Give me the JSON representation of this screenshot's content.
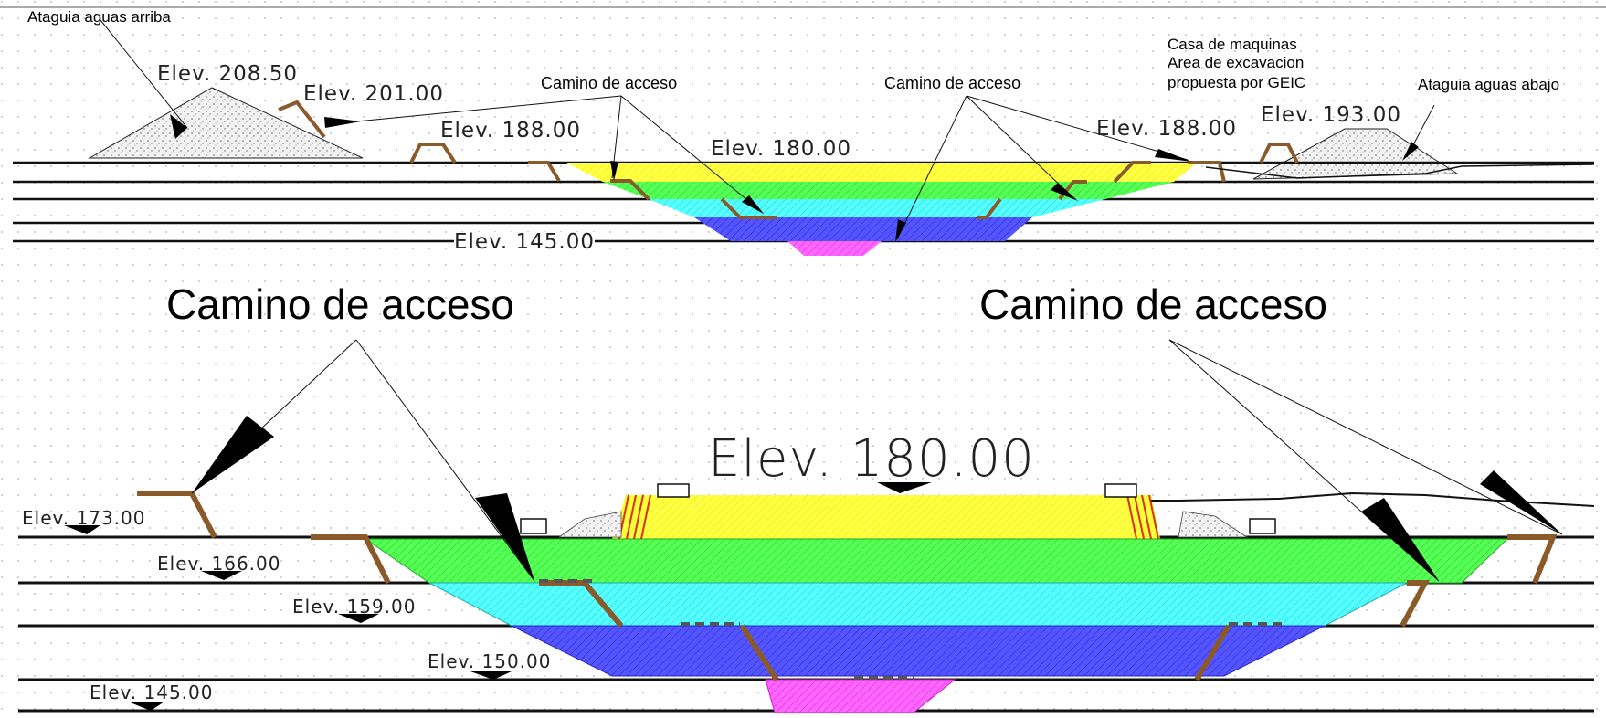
{
  "top_section": {
    "ataguia_arriba": "Ataguia aguas arriba",
    "ataguia_abajo": "Ataguia aguas abajo",
    "casa_maquinas_l1": "Casa de maquinas",
    "casa_maquinas_l2": "Area de excavacion",
    "casa_maquinas_l3": "propuesta por GEIC",
    "camino_acceso_1": "Camino de acceso",
    "camino_acceso_2": "Camino de acceso",
    "elev_208": "Elev. 208.50",
    "elev_201": "Elev. 201.00",
    "elev_188_left": "Elev. 188.00",
    "elev_188_right": "Elev. 188.00",
    "elev_193": "Elev. 193.00",
    "elev_180": "Elev. 180.00",
    "elev_145": "Elev. 145.00"
  },
  "bottom_section": {
    "camino_acceso_left": "Camino de acceso",
    "camino_acceso_right": "Camino de acceso",
    "elev_180": "Elev. 180.00",
    "elev_173": "Elev. 173.00",
    "elev_166": "Elev. 166.00",
    "elev_159": "Elev. 159.00",
    "elev_150": "Elev. 150.00",
    "elev_145": "Elev. 145.00"
  },
  "colors": {
    "bench_180": "#ffff00",
    "bench_173": "#33ff33",
    "bench_166": "#33ffff",
    "bench_159": "#3333ff",
    "bench_150": "#ff33ff",
    "ramp": "#8b5a2b",
    "grid_dot": "#bdbdbd"
  }
}
